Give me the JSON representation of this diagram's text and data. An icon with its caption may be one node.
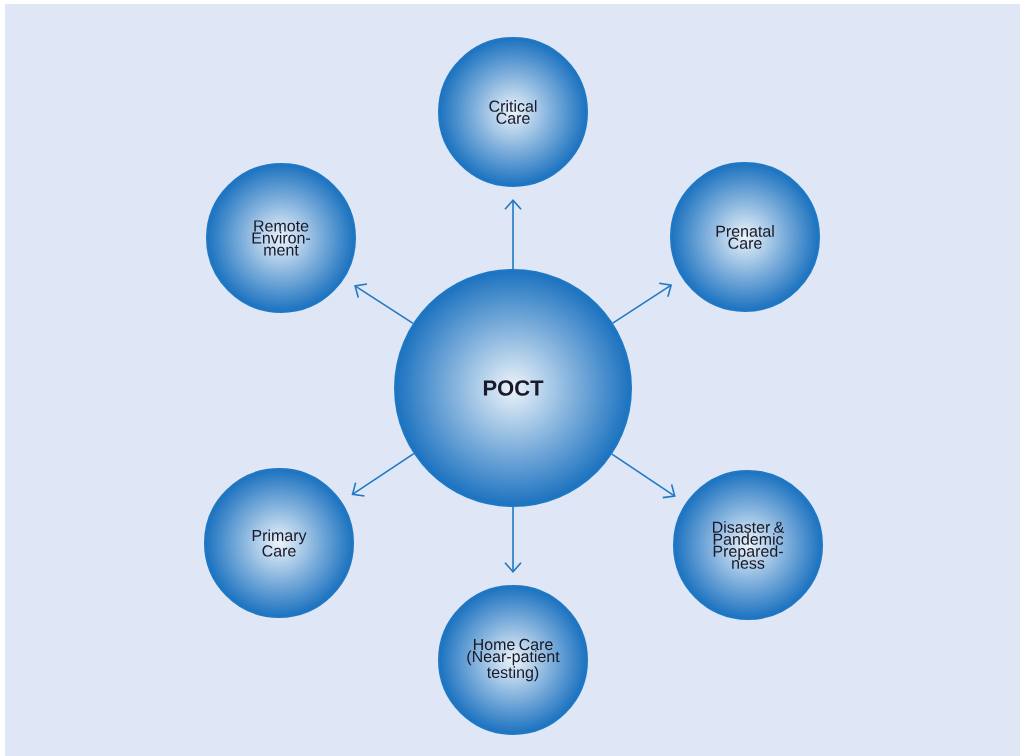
{
  "diagram": {
    "nodes": [
      {
        "text": [
          "POCT"
        ]
      },
      {
        "text": [
          "Critical Care"
        ]
      },
      {
        "text": [
          "Prenatal Care"
        ]
      },
      {
        "text": [
          "Disaster & Pandemic Prepared- ness"
        ]
      },
      {
        "text": [
          "Home Care (Near-patient testing)"
        ]
      },
      {
        "text": [
          "Primary Care"
        ]
      },
      {
        "text": [
          "Remote Environ- ment"
        ]
      }
    ],
    "edges": [
      {
        "from": 0,
        "to": 1,
        "arrow": "to"
      },
      {
        "from": 0,
        "to": 2,
        "arrow": "to"
      },
      {
        "from": 0,
        "to": 3,
        "arrow": "to"
      },
      {
        "from": 0,
        "to": 4,
        "arrow": "to"
      },
      {
        "from": 0,
        "to": 5,
        "arrow": "to"
      },
      {
        "from": 0,
        "to": 6,
        "arrow": "to"
      }
    ]
  }
}
